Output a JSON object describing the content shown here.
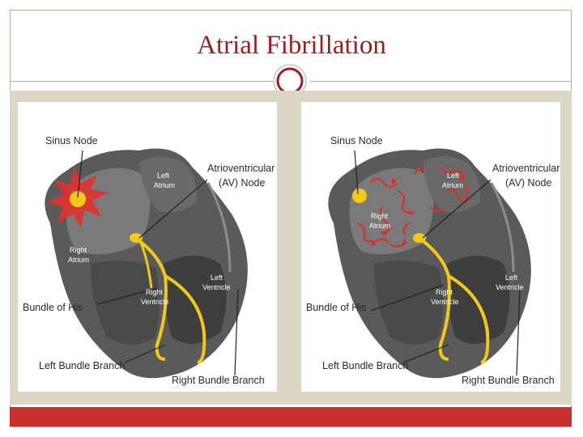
{
  "slide": {
    "title": "Atrial Fibrillation"
  },
  "diagrams": {
    "left": {
      "labels": {
        "sinus": "Sinus Node",
        "av_line1": "Atrioventricular",
        "av_line2": "(AV) Node",
        "bundle_his": "Bundle of His",
        "lbb": "Left Bundle Branch",
        "rbb": "Right Bundle Branch",
        "la_1": "Left",
        "la_2": "Atrium",
        "ra_1": "Right",
        "ra_2": "Atrium",
        "rv_1": "Right",
        "rv_2": "Ventricle",
        "lv_1": "Left",
        "lv_2": "Ventricle"
      }
    },
    "right": {
      "labels": {
        "sinus": "Sinus Node",
        "av_line1": "Atrioventricular",
        "av_line2": "(AV) Node",
        "bundle_his": "Bundle of His",
        "lbb": "Left Bundle Branch",
        "rbb": "Right Bundle Branch",
        "la_1": "Left",
        "la_2": "Atrium",
        "ra_1": "Right",
        "ra_2": "Atrium",
        "rv_1": "Right",
        "rv_2": "Ventricle",
        "lv_1": "Left",
        "lv_2": "Ventricle"
      }
    }
  },
  "colors": {
    "title": "#9b1f1f",
    "accent_bar": "#c8302e",
    "conduction": "#f2c919",
    "impulse": "#d9302e"
  }
}
